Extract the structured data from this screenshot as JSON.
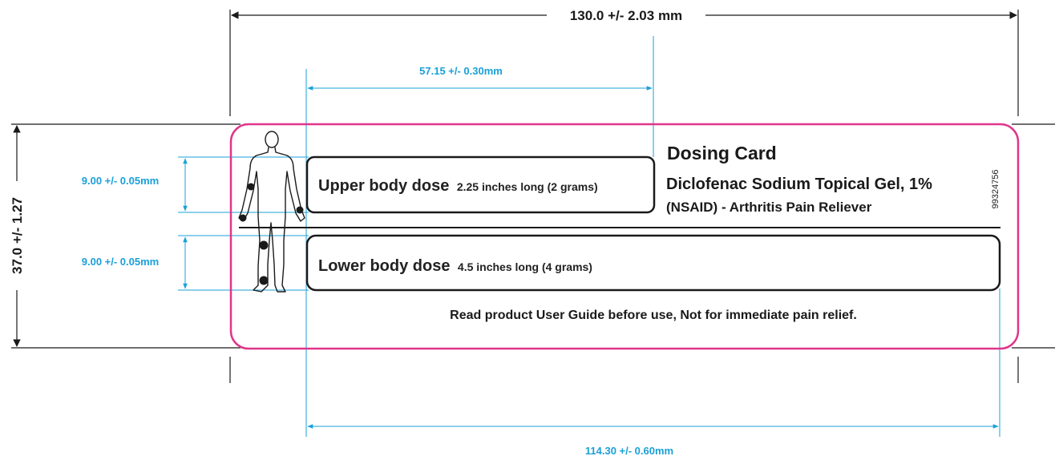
{
  "dimensions": {
    "overall_width": "130.0 +/- 2.03 mm",
    "overall_height": "37.0 +/- 1.27",
    "offset_width": "57.15 +/- 0.30mm",
    "upper_box_height": "9.00 +/- 0.05mm",
    "lower_box_height": "9.00 +/- 0.05mm",
    "box_width": "114.30 +/- 0.60mm"
  },
  "card": {
    "title": "Dosing Card",
    "product_name": "Diclofenac Sodium Topical Gel, 1%",
    "product_sub": "(NSAID) - Arthritis Pain Reliever",
    "code": "99324756",
    "upper_dose_bold": "Upper body dose",
    "upper_dose_detail": "2.25 inches long (2 grams)",
    "lower_dose_bold": "Lower body dose",
    "lower_dose_detail": "4.5 inches long (4 grams)",
    "note": "Read product User Guide before use, Not for immediate pain relief."
  },
  "colors": {
    "card_outline": "#e0358a",
    "dimension_cyan": "#1aa0d8",
    "ink": "#1a1a1a"
  },
  "icons": [
    "human-figure-icon"
  ]
}
